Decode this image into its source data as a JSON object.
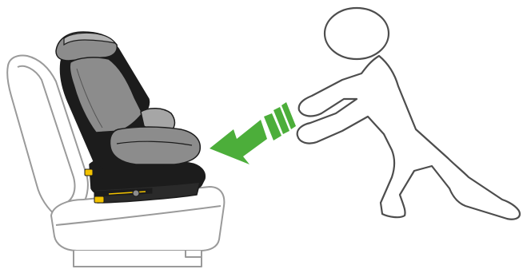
{
  "illustration": {
    "palette": {
      "background": "#ffffff",
      "vehicle_seat_outline": "#9a9a9a",
      "vehicle_seat_fill": "#ffffff",
      "figure_outline": "#4d4d4d",
      "child_seat_shell": "#1c1c1c",
      "child_seat_padding": "#8c8c8c",
      "child_seat_padding_light": "#b3b3b3",
      "push_arrow": "#4cae3a",
      "isofix_connector": "#f2c200"
    },
    "parts": {
      "vehicle_seat": "vehicle-seat",
      "child_seat": "child-car-seat",
      "isofix": "isofix-connector",
      "push_arrow": "green-push-arrow",
      "person": "pushing-figure"
    }
  }
}
